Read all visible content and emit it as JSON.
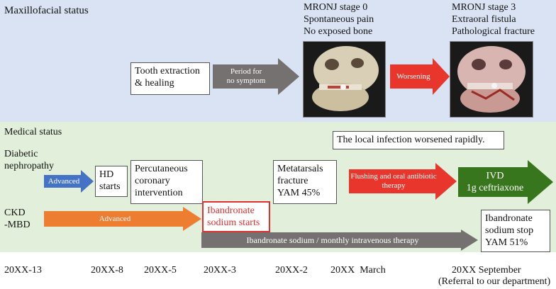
{
  "top_section": {
    "title": "Maxillofacial status",
    "tooth_box": [
      "Tooth extraction",
      "& healing"
    ],
    "period_arrow": [
      "Period for",
      "no symptom"
    ],
    "stage0": [
      "MRONJ stage 0",
      "Spontaneous pain",
      "No exposed bone"
    ],
    "worsening_arrow": "Worsening",
    "stage3": [
      "MRONJ stage 3",
      "Extraoral fistula",
      "Pathological fracture"
    ]
  },
  "medical_section": {
    "title": "Medical status",
    "diabetic": [
      "Diabetic",
      "nephropathy"
    ],
    "advanced_blue": "Advanced",
    "hd_box": [
      "HD",
      "starts"
    ],
    "pci_box": [
      "Percutaneous",
      "coronary",
      "intervention"
    ],
    "ckd": [
      "CKD",
      "-MBD"
    ],
    "advanced_orange": "Advanced",
    "ibandronate_start_box": [
      "Ibandronate",
      "sodium starts"
    ],
    "metatarsal_box": [
      "Metatarsals",
      "fracture",
      "YAM 45%"
    ],
    "infection_box": "The local infection worsened rapidly.",
    "flushing_arrow": [
      "Flushing and oral antibiotic",
      "therapy"
    ],
    "ivd_arrow": [
      "IVD",
      "1g ceftriaxone"
    ],
    "ibandronate_therapy_arrow": "Ibandronate  sodium / monthly intravenous therapy",
    "ibandronate_stop_box": [
      "Ibandronate",
      "sodium stop",
      "YAM 51%"
    ]
  },
  "timeline": {
    "t1": "20XX-13",
    "t2": "20XX-8",
    "t3": "20XX-5",
    "t4": "20XX-3",
    "t5": "20XX-2",
    "t6": "20XX  March",
    "t7": "20XX September",
    "t7_note": "(Referral to our department)"
  },
  "colors": {
    "top_band": "#dae3f3",
    "medical_band": "#e2efda",
    "gray_arrow": "#767171",
    "red_arrow": "#e8362c",
    "blue_arrow": "#4472c4",
    "orange_arrow": "#ed7d31",
    "green_arrow": "#38761d"
  }
}
